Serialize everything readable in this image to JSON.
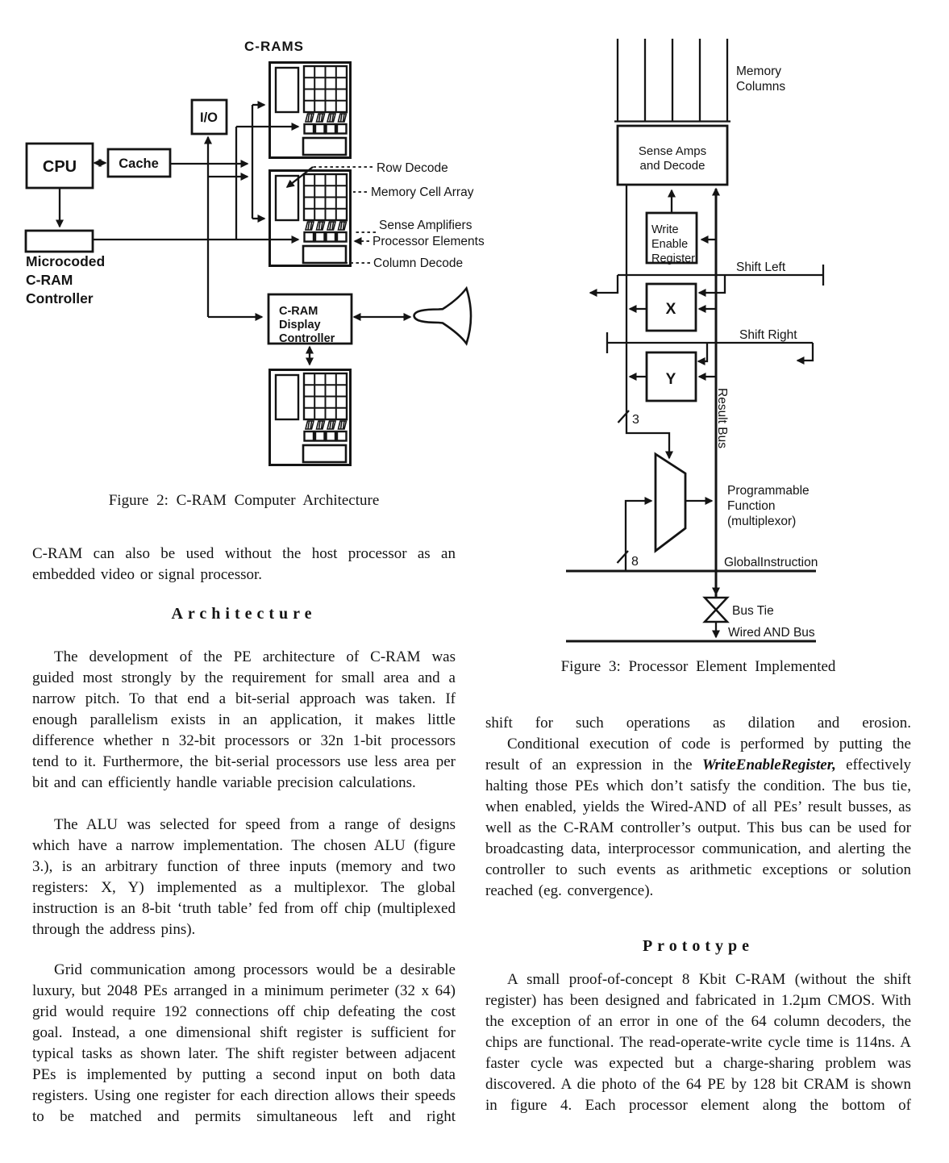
{
  "figure2": {
    "chips_label": "C-RAMS",
    "cpu": "CPU",
    "cache": "Cache",
    "io": "I/O",
    "controller": [
      "Microcoded",
      "C-RAM",
      "Controller"
    ],
    "display_controller": [
      "C-RAM",
      "Display",
      "Controller"
    ],
    "annotations": [
      "Row Decode",
      "Memory Cell Array",
      "Sense Amplifiers",
      "Processor Elements",
      "Column Decode"
    ],
    "caption": "Figure 2:  C-RAM  Computer  Architecture"
  },
  "figure3": {
    "memory_columns": [
      "Memory",
      "Columns"
    ],
    "sense_amps": [
      "Sense Amps",
      "and Decode"
    ],
    "write_enable": [
      "Write",
      "Enable",
      "Register"
    ],
    "shift_left": "Shift Left",
    "shift_right": "Shift Right",
    "x_register": "X",
    "y_register": "Y",
    "result_bus": "Result Bus",
    "bus_width_3": "3",
    "bus_width_8": "8",
    "programmable_function": [
      "Programmable",
      "Function",
      "(multiplexor)"
    ],
    "global_instruction": "GlobalInstruction",
    "bus_tie": "Bus Tie",
    "wired_and_bus": "Wired AND Bus",
    "caption": "Figure 3:  Processor  Element  Implemented"
  },
  "left_column": {
    "intro": "C-RAM can also be used without the host processor as an embedded video or signal processor.",
    "architecture_heading": "Architecture",
    "para1": "The development of the PE architecture of C-RAM was guided most strongly by the requirement for small area and a narrow pitch. To that end a bit-serial approach was taken. If enough parallelism exists in an application, it makes little difference whether n 32-bit processors or 32n 1-bit processors tend to it. Furthermore, the bit-serial processors use less area per bit and can efficiently handle variable precision calculations.",
    "para2": "The ALU was selected for speed from a range of designs which have a narrow implementation. The chosen ALU (figure 3.), is an arbitrary function of three inputs (memory and two registers: X, Y) implemented as a multiplexor. The global instruction is an 8-bit ‘truth table’ fed from off chip (multiplexed through the address pins).",
    "para3": "Grid communication among processors would be a desirable luxury, but 2048 PEs arranged in a minimum perimeter (32 x 64) grid would require 192 connections off chip defeating the cost goal. Instead, a one dimensional shift register is sufficient for typical tasks as shown later. The shift register between adjacent PEs is implemented by putting a second input on both data registers. Using one register for each direction allows their speeds to be matched and permits simultaneous left and right"
  },
  "right_column": {
    "para0": "shift for such operations as dilation and erosion.",
    "para1_runs": [
      {
        "text": "Conditional execution of code is performed by putting the result of an expression in the "
      },
      {
        "text": "WriteEnableRegister,",
        "bold_italic": true
      },
      {
        "text": " effectively halting those PEs which don’t satisfy the condition. The bus tie, when enabled, yields the Wired-AND of all PEs’ result busses, as well as the C-RAM controller’s output. This bus can be used for broadcasting data, interprocessor communication, and alerting the controller to such events as arithmetic exceptions or solution reached (eg. convergence)."
      }
    ],
    "prototype_heading": "Prototype",
    "para2": "A small proof-of-concept 8 Kbit C-RAM (without the shift register) has been designed and fabricated in 1.2µm CMOS. With the exception of an error in one of the 64 column decoders, the chips are functional. The read-operate-write cycle time is 114ns. A faster cycle was expected but a charge-sharing problem was discovered. A die photo of the 64 PE by 128 bit CRAM is shown in figure 4. Each processor element along the bottom of"
  }
}
